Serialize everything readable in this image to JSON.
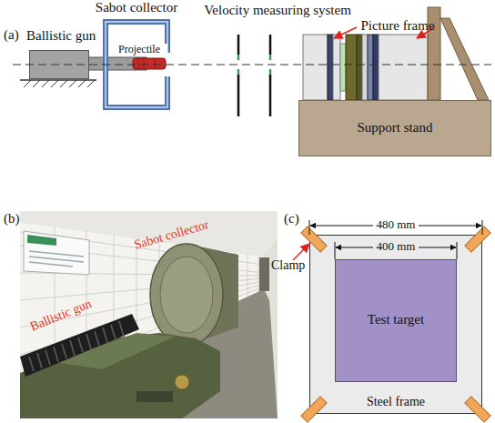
{
  "diagram": {
    "nodes": [
      {
        "text": [
          "Ballistic gun"
        ]
      },
      {
        "text": [
          "Sabot collector"
        ]
      },
      {
        "text": [
          "Projectile"
        ],
        "in": 1
      },
      {
        "text": [
          "Support stand"
        ]
      },
      {
        "text": [
          "Steel frame"
        ]
      },
      {
        "text": [
          "Test target"
        ],
        "in": 4
      }
    ],
    "labels": [
      "(a)",
      "Velocity measuring system",
      "Picture frame",
      "(b)",
      "Ballistic gun",
      "Sabot collector",
      "(c)",
      "480 mm",
      "400 mm",
      "Clamp"
    ]
  }
}
